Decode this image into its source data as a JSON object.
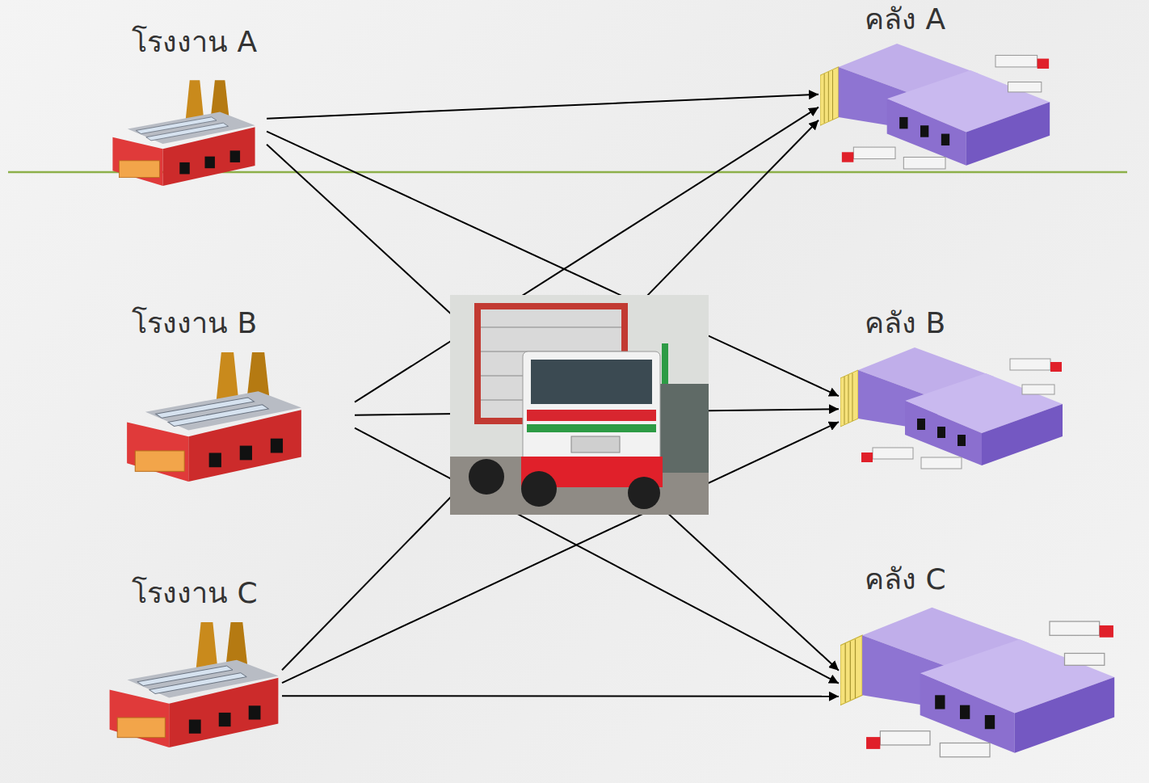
{
  "diagram": {
    "nodes": [
      {
        "text": [
          "โรงงาน A"
        ]
      },
      {
        "text": [
          "คลัง A"
        ]
      },
      {
        "text": [
          "โรงงาน B"
        ]
      },
      {
        "text": [
          "คลัง B"
        ]
      },
      {
        "text": [
          "โรงงาน C"
        ]
      },
      {
        "text": [
          "คลัง C"
        ]
      }
    ],
    "edges": [
      {
        "from": 0,
        "to": 1,
        "arrow": "to"
      },
      {
        "from": 0,
        "to": 3,
        "arrow": "to"
      },
      {
        "from": 0,
        "to": 5,
        "arrow": "to"
      },
      {
        "from": 2,
        "to": 1,
        "arrow": "to"
      },
      {
        "from": 2,
        "to": 3,
        "arrow": "to"
      },
      {
        "from": 2,
        "to": 5,
        "arrow": "to"
      },
      {
        "from": 4,
        "to": 1,
        "arrow": "to"
      },
      {
        "from": 4,
        "to": 3,
        "arrow": "to"
      },
      {
        "from": 4,
        "to": 5,
        "arrow": "to"
      }
    ]
  }
}
